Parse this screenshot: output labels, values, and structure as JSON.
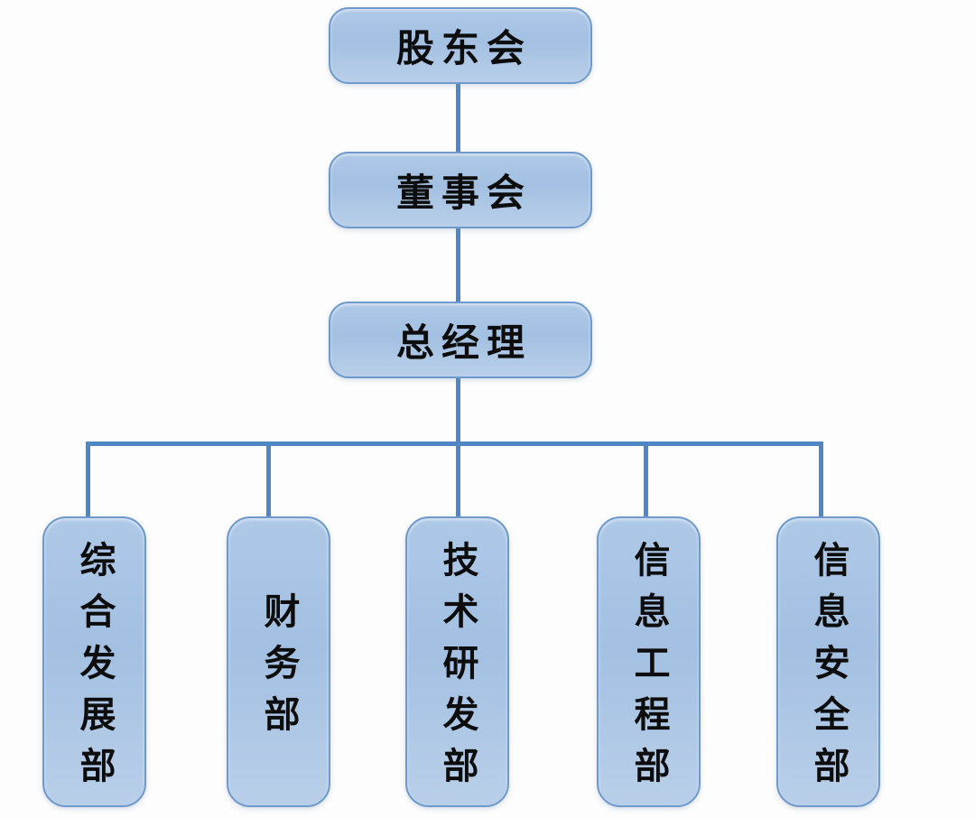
{
  "diagram": {
    "type": "org-chart",
    "nodes": {
      "level1": {
        "label": "股东会"
      },
      "level2": {
        "label": "董事会"
      },
      "level3": {
        "label": "总经理"
      },
      "departments": [
        {
          "label": "综合发展部"
        },
        {
          "label": "财务部"
        },
        {
          "label": "技术研发部"
        },
        {
          "label": "信息工程部"
        },
        {
          "label": "信息安全部"
        }
      ]
    },
    "edges": [
      {
        "from": "股东会",
        "to": "董事会"
      },
      {
        "from": "董事会",
        "to": "总经理"
      },
      {
        "from": "总经理",
        "to": "综合发展部"
      },
      {
        "from": "总经理",
        "to": "财务部"
      },
      {
        "from": "总经理",
        "to": "技术研发部"
      },
      {
        "from": "总经理",
        "to": "信息工程部"
      },
      {
        "from": "总经理",
        "to": "信息安全部"
      }
    ]
  },
  "colors": {
    "box_fill_top": "#aec8e7",
    "box_fill_mid": "#a3c0e2",
    "box_fill_bottom": "#b9cfe9",
    "box_border": "#6d99cc",
    "connector": "#4f87c5",
    "text": "#0d0d0d",
    "background": "#fdfdfd"
  }
}
